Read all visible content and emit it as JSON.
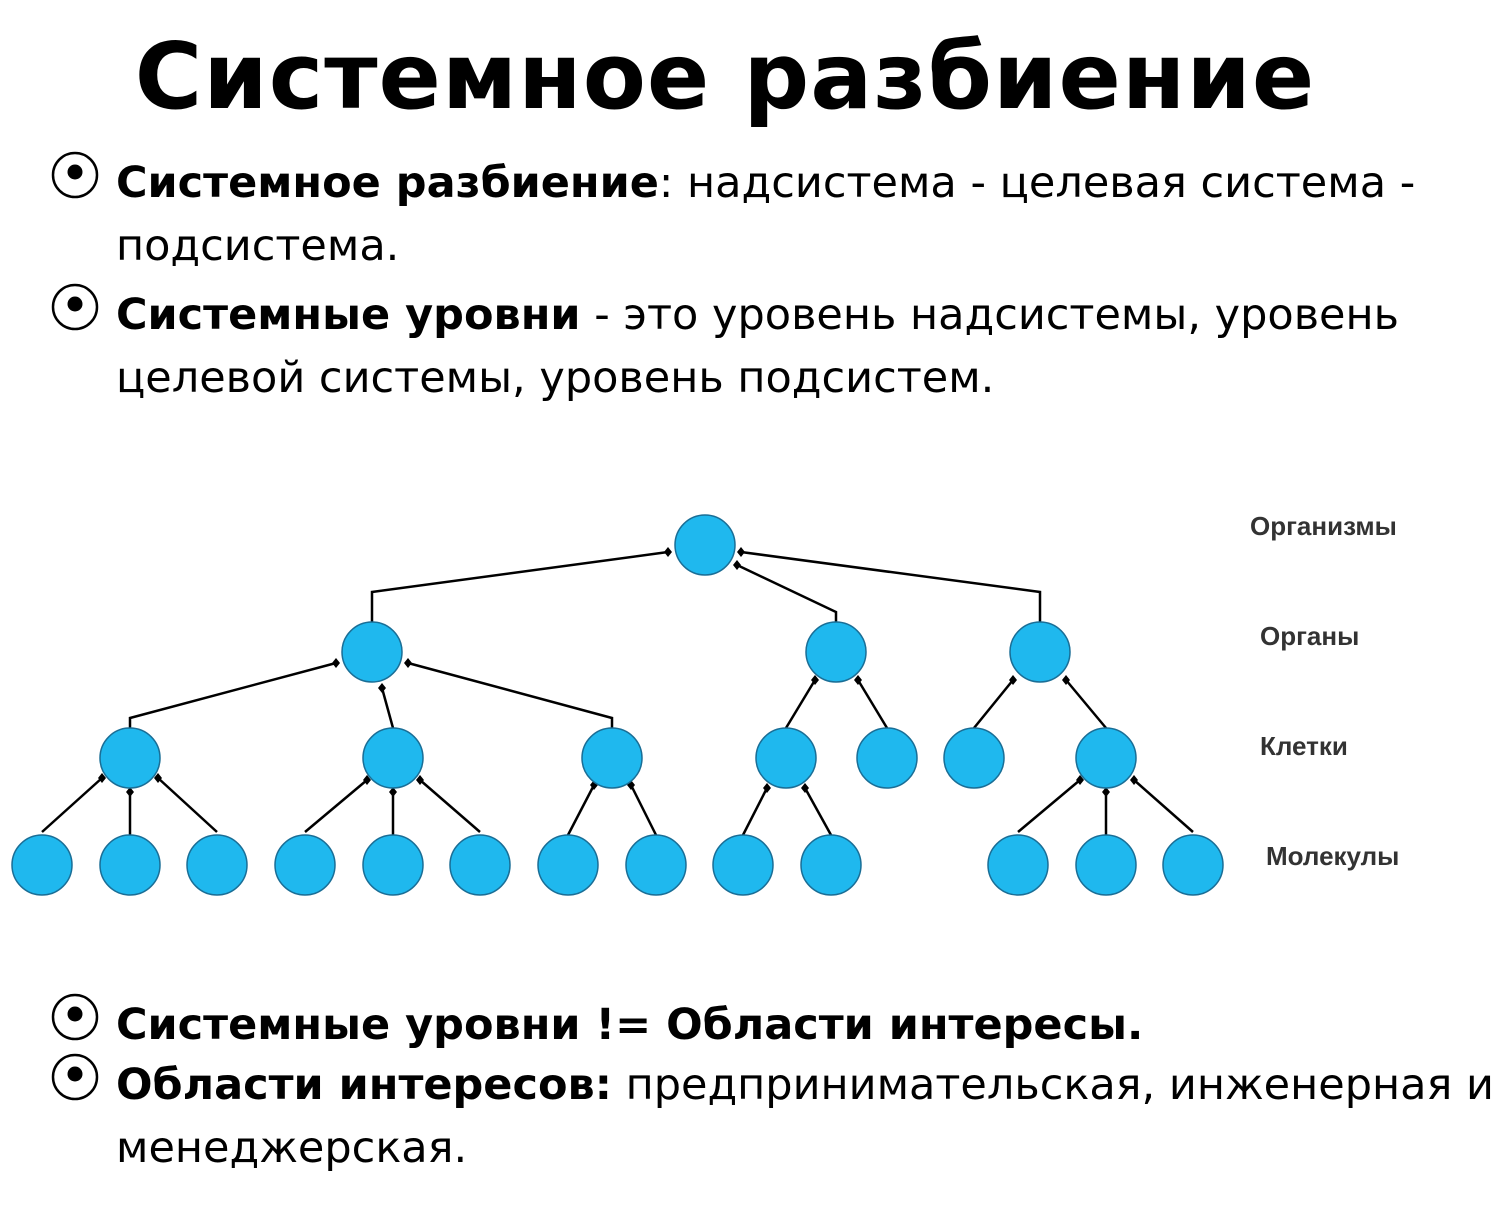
{
  "title": "Системное разбиение",
  "bullets": [
    {
      "bold": "Системное разбиение",
      "text": ": надсистема - целевая система - подсистема."
    },
    {
      "bold": "Системные уровни",
      "text": " - это уровень надсистемы, уровень целевой системы, уровень подсистем."
    },
    {
      "bold": "Системные уровни != Области интересы.",
      "text": ""
    },
    {
      "bold": "Области интересов:",
      "text": " предпринимательская, инженерная  и менеджерская."
    }
  ],
  "diagram": {
    "levels": [
      "Организмы",
      "Органы",
      "Клетки",
      "Молекулы"
    ],
    "node_color": "#1FB8EE",
    "node_stroke": "#1a6e96",
    "edge_color": "#000000"
  }
}
